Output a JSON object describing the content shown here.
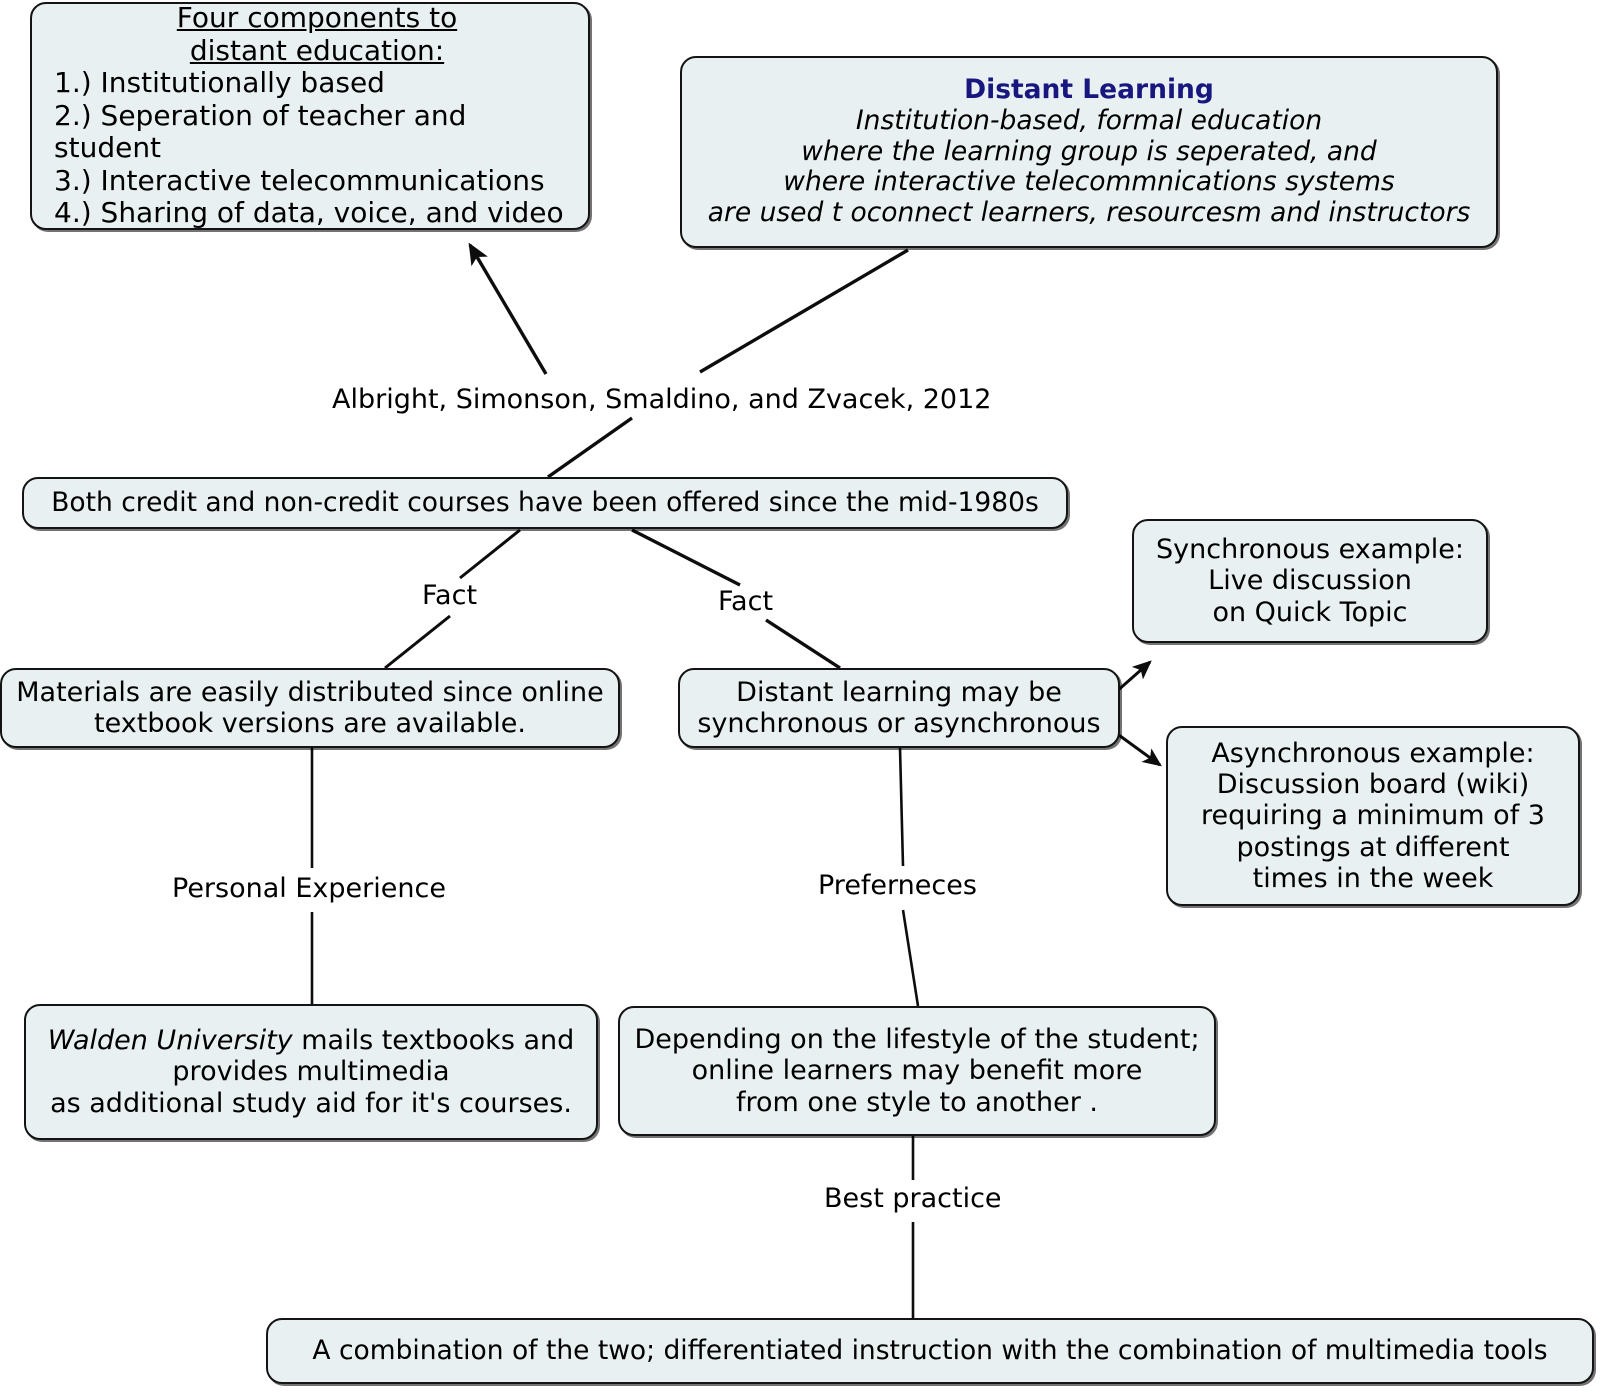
{
  "diagram": {
    "title": "Distant Learning concept map",
    "colors": {
      "node_fill": "#e9f0f1",
      "node_border": "#141414",
      "accent_title": "#17177f",
      "text": "#000000",
      "background": "#ffffff"
    }
  },
  "nodes": {
    "components": {
      "heading_line1": "Four components to ",
      "heading_line2": "distant education:",
      "items": [
        "1.) Institutionally based",
        "2.) Seperation of teacher and student",
        "3.)  Interactive telecommunications",
        "4.) Sharing of data, voice, and video"
      ]
    },
    "definition": {
      "title": "Distant Learning",
      "line1": "Institution-based, formal education",
      "line2": "where the learning group is seperated, and",
      "line3": "where interactive telecommnications systems",
      "line4": "are used t oconnect learners, resourcesm and instructors"
    },
    "credit": {
      "text": "Both credit and non-credit courses have been offered since the mid-1980s"
    },
    "materials": {
      "line1": "Materials are easily distributed since online",
      "line2": "textbook versions are available."
    },
    "syncasync": {
      "line1": "Distant learning may be",
      "line2": "synchronous or asynchronous"
    },
    "synchronous_example": {
      "line1": "Synchronous example:",
      "line2": "Live discussion",
      "line3": "on Quick Topic"
    },
    "asynchronous_example": {
      "line1": "Asynchronous example:",
      "line2": "Discussion board (wiki)",
      "line3": "requiring a minimum of 3",
      "line4": "postings at different",
      "line5": "times in the week"
    },
    "walden": {
      "emphasis": "Walden University",
      "line1_rest": " mails textbooks and",
      "line2": "provides multimedia",
      "line3": "as additional study aid for it's courses."
    },
    "lifestyle": {
      "line1": "Depending on the lifestyle of the student;",
      "line2": "online learners may benefit more",
      "line3": "from one style to another ."
    },
    "combination": {
      "text": "A combination of the two; differentiated instruction with the combination of multimedia tools"
    }
  },
  "edge_labels": {
    "citation": "Albright, Simonson, Smaldino, and Zvacek, 2012",
    "fact_left": "Fact",
    "fact_right": "Fact",
    "personal_experience": "Personal Experience",
    "preferences": "Preferneces",
    "best_practice": "Best practice"
  }
}
